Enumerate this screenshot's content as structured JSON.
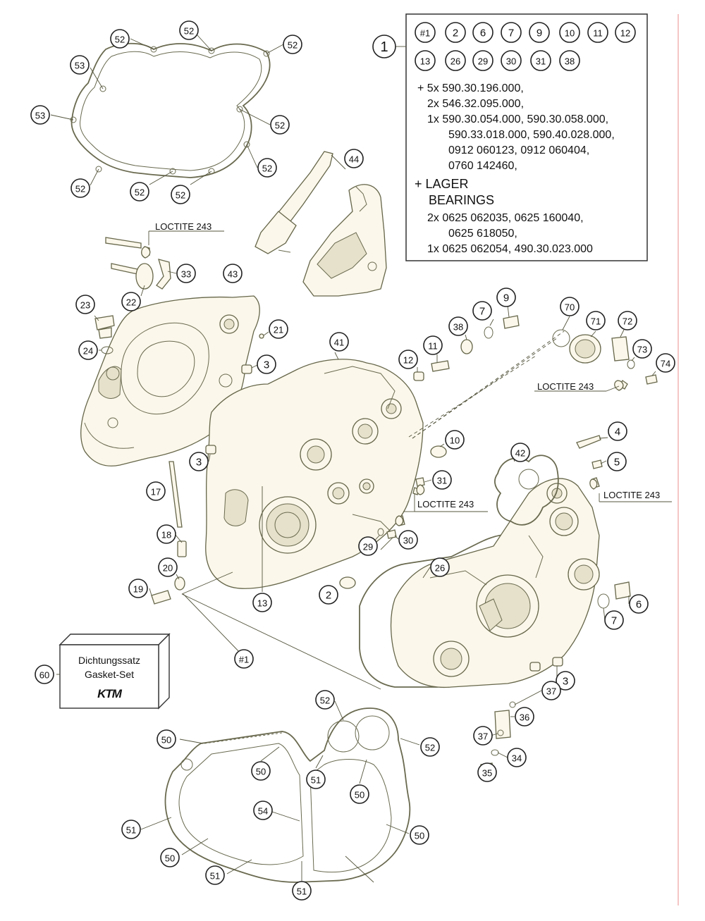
{
  "colors": {
    "part_fill": "#fbf7ea",
    "line": "#66664a",
    "margin_rule": "#f0a0a0"
  },
  "info_box": {
    "items_row1": [
      "#1",
      "2",
      "6",
      "7",
      "9",
      "10",
      "11",
      "12"
    ],
    "items_row2": [
      "13",
      "26",
      "29",
      "30",
      "31",
      "38"
    ],
    "lines": [
      "+ 5x 590.30.196.000,",
      "2x 546.32.095.000,",
      "1x 590.30.054.000, 590.30.058.000,",
      "590.33.018.000, 590.40.028.000,",
      "0912 060123, 0912 060404,",
      "0760 142460,",
      "+ LAGER",
      "BEARINGS",
      "2x 0625 062035, 0625 160040,",
      "0625 618050,",
      "1x 0625 062054, 490.30.023.000"
    ]
  },
  "gasket_kit": {
    "line1": "Dichtungssatz",
    "line2": "Gasket-Set",
    "logo": "KTM"
  },
  "loctite_labels": [
    "LOCTITE 243",
    "LOCTITE 243",
    "LOCTITE 243",
    "LOCTITE 243"
  ],
  "callouts": [
    "1",
    "52",
    "52",
    "52",
    "53",
    "52",
    "53",
    "52",
    "52",
    "52",
    "52",
    "44",
    "33",
    "43",
    "22",
    "23",
    "24",
    "21",
    "3",
    "3",
    "41",
    "17",
    "18",
    "20",
    "19",
    "13",
    "2",
    "#1",
    "60",
    "12",
    "11",
    "38",
    "7",
    "9",
    "70",
    "71",
    "72",
    "73",
    "74",
    "4",
    "5",
    "10",
    "42",
    "31",
    "30",
    "29",
    "26",
    "6",
    "7",
    "3",
    "37",
    "36",
    "37",
    "34",
    "35",
    "52",
    "50",
    "50",
    "51",
    "50",
    "52",
    "54",
    "51",
    "50",
    "50",
    "51",
    "51"
  ]
}
